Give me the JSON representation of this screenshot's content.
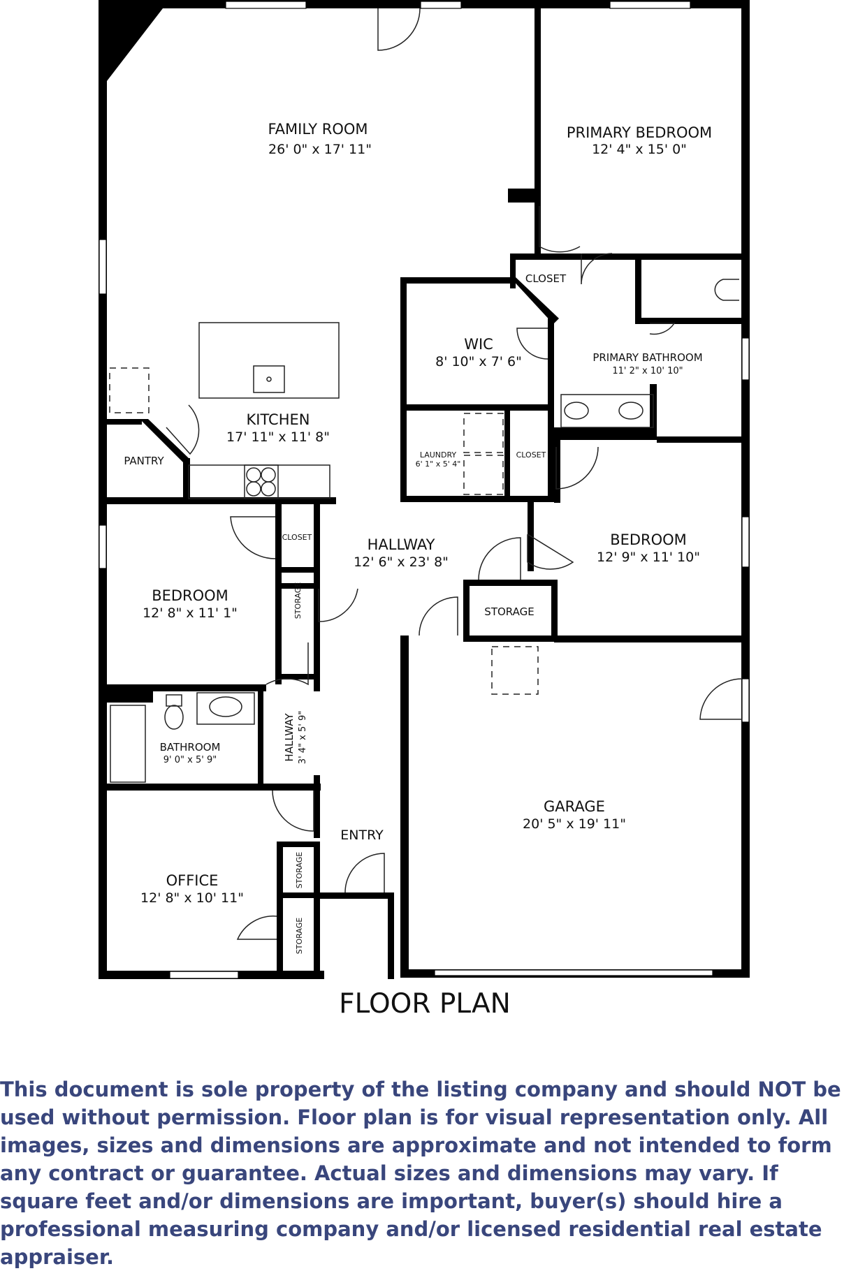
{
  "title": "FLOOR PLAN",
  "rooms": {
    "family_room": {
      "name": "FAMILY ROOM",
      "dim": "26' 0\" x 17' 11\""
    },
    "primary_bedroom": {
      "name": "PRIMARY BEDROOM",
      "dim": "12' 4\" x 15' 0\""
    },
    "closet_primary": {
      "name": "CLOSET"
    },
    "wic": {
      "name": "WIC",
      "dim": "8' 10\" x 7' 6\""
    },
    "primary_bathroom": {
      "name": "PRIMARY BATHROOM",
      "dim": "11' 2\" x 10' 10\""
    },
    "kitchen": {
      "name": "KITCHEN",
      "dim": "17' 11\" x 11' 8\""
    },
    "pantry": {
      "name": "PANTRY"
    },
    "laundry": {
      "name": "LAUNDRY",
      "dim": "6' 1\" x 5' 4\""
    },
    "closet_laundry": {
      "name": "CLOSET"
    },
    "hallway": {
      "name": "HALLWAY",
      "dim": "12' 6\" x 23' 8\""
    },
    "bedroom_right": {
      "name": "BEDROOM",
      "dim": "12' 9\" x 11' 10\""
    },
    "closet_left": {
      "name": "CLOSET"
    },
    "storage_left": {
      "name": "STORAGE"
    },
    "storage_mid": {
      "name": "STORAGE"
    },
    "bedroom_left": {
      "name": "BEDROOM",
      "dim": "12' 8\" x 11' 1\""
    },
    "bathroom": {
      "name": "BATHROOM",
      "dim": "9' 0\" x 5' 9\""
    },
    "hallway_small": {
      "name": "HALLWAY",
      "dim": "3' 4\" x 5' 9\""
    },
    "garage": {
      "name": "GARAGE",
      "dim": "20' 5\" x 19' 11\""
    },
    "entry": {
      "name": "ENTRY"
    },
    "office": {
      "name": "OFFICE",
      "dim": "12' 8\" x 10' 11\""
    },
    "storage_office_1": {
      "name": "STORAGE"
    },
    "storage_office_2": {
      "name": "STORAGE"
    }
  },
  "disclaimer": "This document is sole property of the listing company and should NOT be used without permission. Floor plan is for visual representation only. All images, sizes and dimensions are approximate and not intended to form any contract or guarantee. Actual sizes and dimensions may vary. If square feet and/or dimensions are important, buyer(s) should hire a professional measuring company and/or licensed residential real estate appraiser.",
  "colors": {
    "walls": "#000000",
    "disclaimer_text": "#39467c"
  }
}
